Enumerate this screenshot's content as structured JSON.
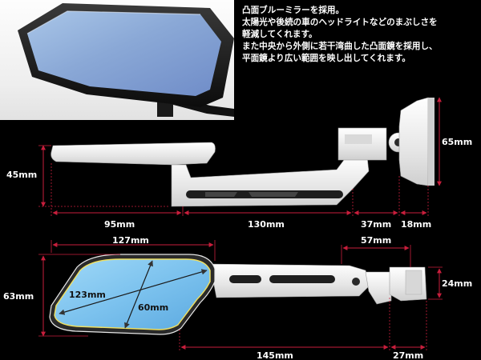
{
  "description": {
    "lines": [
      "凸面ブルーミラーを採用。",
      "太陽光や後続の車のヘッドライトなどのまぶしさを",
      "軽減してくれます。",
      "また中央から外側に若干湾曲した凸面鏡を採用し、",
      "平面鏡より広い範囲を映し出してくれます。"
    ]
  },
  "side_view": {
    "labels": {
      "height_mirror": "45mm",
      "height_mount": "65mm",
      "width_mirror": "95mm",
      "width_arm": "130mm",
      "width_joint": "37mm",
      "width_clamp": "18mm"
    }
  },
  "top_view": {
    "labels": {
      "mirror_width": "127mm",
      "mirror_height": "63mm",
      "diagonal_long": "123mm",
      "diagonal_short": "60mm",
      "arm_offset": "57mm",
      "clamp_height": "24mm",
      "arm_length": "145mm",
      "clamp_width": "27mm"
    }
  },
  "colors": {
    "background": "#000000",
    "text": "#ffffff",
    "dimension_line": "#c81e3c",
    "mirror_glass": "#7fc3ee",
    "mirror_outline": "#f0e060"
  },
  "icons": {
    "product_photo": "mirror-photo-icon"
  }
}
